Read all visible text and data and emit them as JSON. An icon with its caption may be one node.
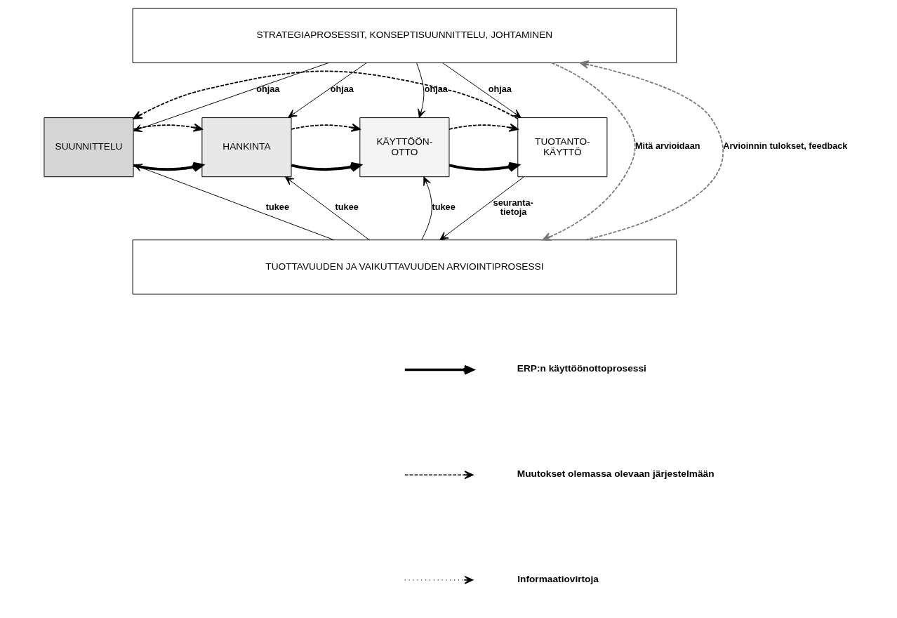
{
  "diagram": {
    "nodes": [
      {
        "text": [
          "STRATEGIAPROSESSIT, KONSEPTISUUNNITTELU, JOHTAMINEN"
        ]
      },
      {
        "text": [
          "SUUNNITTELU"
        ]
      },
      {
        "text": [
          "HANKINTA"
        ]
      },
      {
        "text": [
          "KÄYTTÖÖN- OTTO"
        ]
      },
      {
        "text": [
          "TUOTANTO- KÄYTTÖ"
        ]
      },
      {
        "text": [
          "TUOTTAVUUDEN JA VAIKUTTAVUUDEN ARVIOINTIPROSESSI"
        ]
      }
    ],
    "edges": [
      {
        "from": 0,
        "to": 1,
        "label": "ohjaa",
        "arrow": "to"
      },
      {
        "from": 0,
        "to": 2,
        "label": "ohjaa",
        "arrow": "to"
      },
      {
        "from": 0,
        "to": 3,
        "label": "ohjaa",
        "arrow": "to"
      },
      {
        "from": 0,
        "to": 4,
        "label": "ohjaa",
        "arrow": "to"
      },
      {
        "from": 4,
        "to": 1,
        "arrow": "to",
        "style": "dashed"
      },
      {
        "from": 1,
        "to": 2,
        "arrow": "to",
        "style": "thick"
      },
      {
        "from": 2,
        "to": 3,
        "arrow": "to",
        "style": "thick"
      },
      {
        "from": 3,
        "to": 4,
        "arrow": "to",
        "style": "thick"
      },
      {
        "from": 1,
        "to": 2,
        "arrow": "to",
        "style": "dashed"
      },
      {
        "from": 2,
        "to": 3,
        "arrow": "to",
        "style": "dashed"
      },
      {
        "from": 3,
        "to": 4,
        "arrow": "to",
        "style": "dashed"
      },
      {
        "from": 5,
        "to": 1,
        "label": "tukee",
        "arrow": "to"
      },
      {
        "from": 5,
        "to": 2,
        "label": "tukee",
        "arrow": "to"
      },
      {
        "from": 5,
        "to": 3,
        "label": "tukee",
        "arrow": "to"
      },
      {
        "from": 4,
        "to": 5,
        "label": "seuranta- tietoja",
        "arrow": "to"
      },
      {
        "from": 0,
        "to": 5,
        "label": "Mitä arvioidaan",
        "arrow": "to",
        "style": "dashed",
        "color": "#777777"
      },
      {
        "from": 5,
        "to": 0,
        "label": "Arvioinnin tulokset, feedback",
        "arrow": "to",
        "style": "dashed",
        "color": "#777777"
      }
    ],
    "legend": [
      {
        "text": "ERP:n käyttöönottoprosessi"
      },
      {
        "text": "Muutokset olemassa olevaan järjestelmään"
      },
      {
        "text": "Informaatiovirtoja"
      }
    ]
  }
}
